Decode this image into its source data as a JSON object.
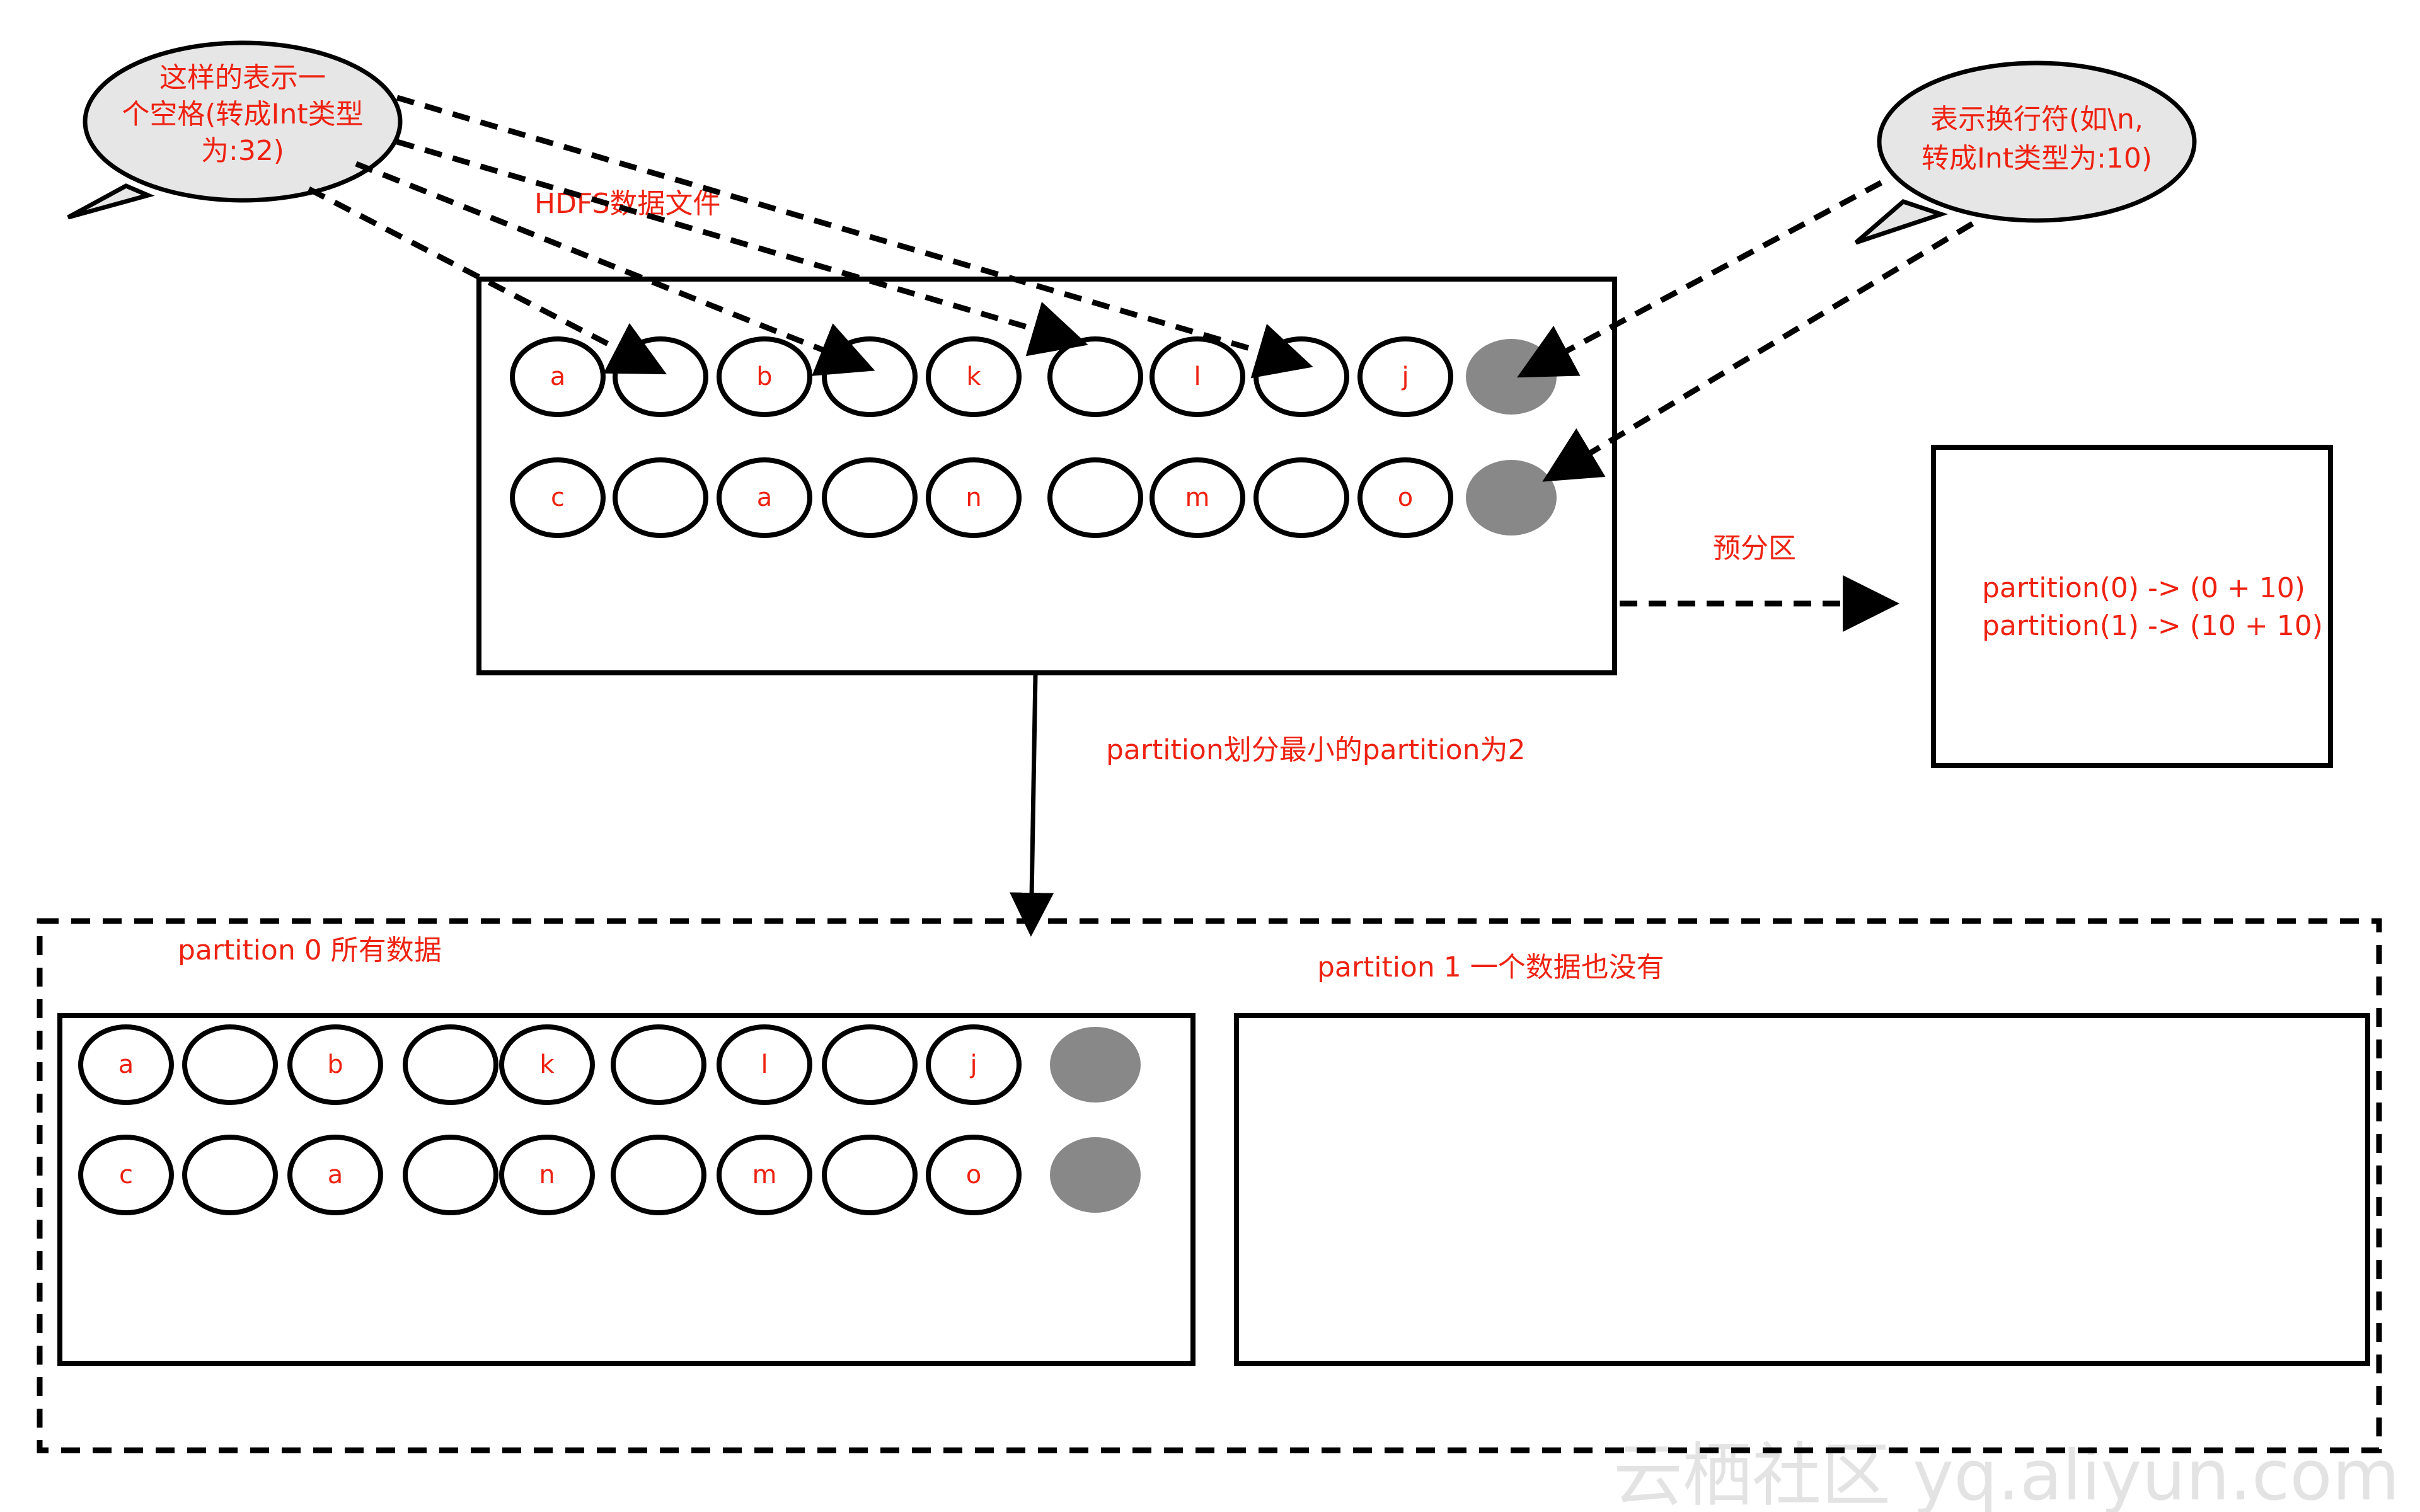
{
  "bubbles": {
    "space_note": [
      "这样的表示一",
      "个空格(转成Int类型",
      "为:32)"
    ],
    "newline_note": [
      "表示换行符(如\\n,",
      "转成Int类型为:10)"
    ]
  },
  "labels": {
    "hdfs_file": "HDFS数据文件",
    "pre_partition": "预分区",
    "partition_split": "partition划分最小的partition为2",
    "partition0_title": "partition 0 所有数据",
    "partition1_title": "partition 1 一个数据也没有"
  },
  "pre_partition_box": {
    "line1": "partition(0) -> (0 + 10)",
    "line2": "partition(1) -> (10 + 10)"
  },
  "rows": {
    "row1": [
      "a",
      "",
      "b",
      "",
      "k",
      "",
      "l",
      "",
      "j"
    ],
    "row2": [
      "c",
      "",
      "a",
      "",
      "n",
      "",
      "m",
      "",
      "o"
    ]
  },
  "watermark": "云栖社区 yq.aliyun.com",
  "colors": {
    "text_red": "#ee2211",
    "bubble_fill": "#e6e6e6",
    "newline_cell_fill": "#888888"
  }
}
